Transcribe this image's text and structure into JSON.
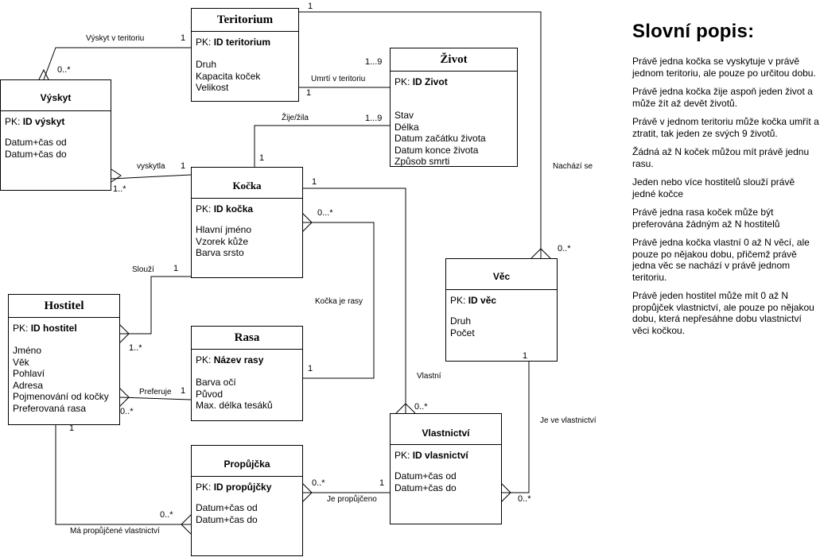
{
  "entities": {
    "teritorium": {
      "title": "Teritorium",
      "pk_prefix": "PK: ",
      "pk": "ID teritorium",
      "attrs": [
        "Druh",
        "Kapacita koček",
        "Velikost"
      ]
    },
    "zivot": {
      "title": "Život",
      "pk_prefix": "PK: ",
      "pk": "ID Zivot",
      "attrs": [
        "Stav",
        "Délka",
        "Datum začátku života",
        "Datum konce života",
        "Způsob smrti"
      ]
    },
    "vyskyt": {
      "title": "Výskyt",
      "pk_prefix": "PK: ",
      "pk": "ID výskyt",
      "attrs": [
        "Datum+čas od",
        "Datum+čas do"
      ]
    },
    "kocka": {
      "title": "Kočka",
      "pk_prefix": "PK: ",
      "pk": "ID kočka",
      "attrs": [
        "Hlavní jméno",
        "Vzorek kůže",
        "Barva srsto"
      ]
    },
    "hostitel": {
      "title": "Hostitel",
      "pk_prefix": "PK: ",
      "pk": "ID hostitel",
      "attrs": [
        "Jméno",
        "Věk",
        "Pohlaví",
        "Adresa",
        "Pojmenování od kočky",
        "Preferovaná rasa"
      ]
    },
    "rasa": {
      "title": "Rasa",
      "pk_prefix": "PK: ",
      "pk": "Název rasy",
      "attrs": [
        "Barva očí",
        "Původ",
        "Max. délka tesáků"
      ]
    },
    "vec": {
      "title": "Věc",
      "pk_prefix": "PK: ",
      "pk": "ID věc",
      "attrs": [
        "Druh",
        "Počet"
      ]
    },
    "vlastnictvi": {
      "title": "Vlastnictví",
      "pk_prefix": "PK: ",
      "pk": "ID vlasnictví",
      "attrs": [
        "Datum+čas od",
        "Datum+čas do"
      ]
    },
    "propujcka": {
      "title": "Propůjčka",
      "pk_prefix": "PK: ",
      "pk": "ID propůjčky",
      "attrs": [
        "Datum+čas od",
        "Datum+čas do"
      ]
    }
  },
  "relationships": [
    {
      "label": "Výskyt v teritoriu",
      "mult_a": "1",
      "mult_b": "0..*"
    },
    {
      "label": "Umrtí v teritoriu",
      "mult_a": "1",
      "mult_b": "1...9"
    },
    {
      "label": "Žije/žila",
      "mult_a": "1",
      "mult_b": "1...9"
    },
    {
      "label": "vyskytla",
      "mult_a": "1",
      "mult_b": "1..*"
    },
    {
      "label": "Nachází se",
      "mult_a": "1",
      "mult_b": "0..*"
    },
    {
      "label": "Kočka je rasy",
      "mult_a": "0...*",
      "mult_b": "1"
    },
    {
      "label": "Slouží",
      "mult_a": "1",
      "mult_b": "1..*"
    },
    {
      "label": "Preferuje",
      "mult_a": "1",
      "mult_b": "0..*"
    },
    {
      "label": "Vlastní",
      "mult_a": "1",
      "mult_b": "0..*"
    },
    {
      "label": "Je ve vlastnictví",
      "mult_a": "1",
      "mult_b": "0..*"
    },
    {
      "label": "Je propůjčeno",
      "mult_a": "1",
      "mult_b": "0..*"
    },
    {
      "label": "Má propůjčené vlastnictví",
      "mult_a": "1",
      "mult_b": "0..*"
    }
  ],
  "description": {
    "heading": "Slovní popis:",
    "paragraphs": [
      "Právě jedna kočka se vyskytuje v právě jednom teritoriu, ale pouze po určitou dobu.",
      "Právě jedna kočka žije aspoň jeden život a může žít až devět životů.",
      "Právě  v jednom teritoriu může kočka umřít a ztratit, tak jeden ze svých 9 životů.",
      "Žádná až N koček můžou mít právě jednu rasu.",
      "Jeden nebo více hostitelů slouží právě jedné kočce",
      "Právě jedna rasa koček může být preferována žádným až N hostitelů",
      "Právě jedna kočka vlastní 0 až N věcí, ale pouze po nějakou dobu, přičemž právě jedna věc se nachází v právě jednom teritoriu.",
      "Právě jeden hostitel může mít 0 až N propůjček vlastnictví, ale pouze po nějakou dobu, která nepřesáhne dobu vlastnictví věci kočkou."
    ]
  }
}
